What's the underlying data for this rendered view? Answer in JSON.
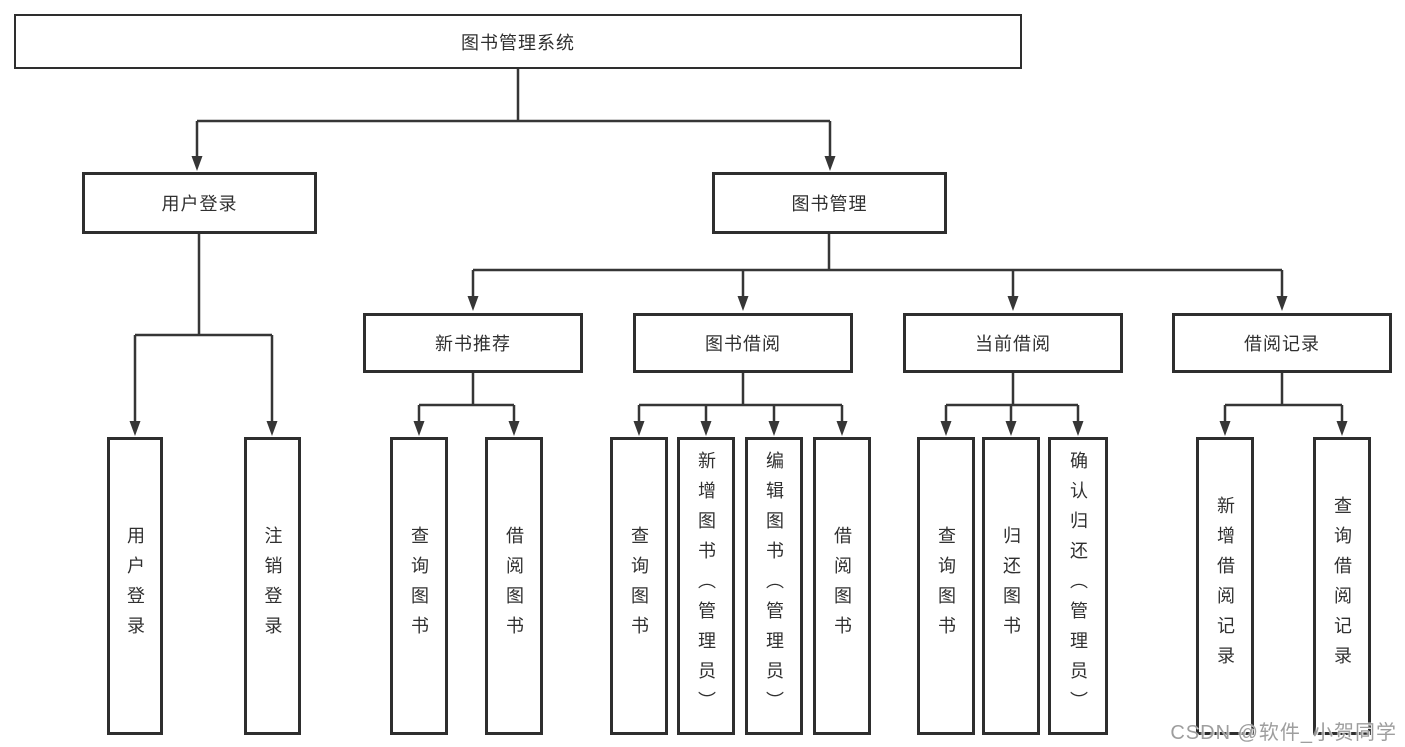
{
  "tree": {
    "root": "图书管理系统",
    "branches": [
      {
        "label": "用户登录",
        "children": [
          "用户登录",
          "注销登录"
        ]
      },
      {
        "label": "图书管理",
        "children": [
          {
            "label": "新书推荐",
            "children": [
              "查询图书",
              "借阅图书"
            ]
          },
          {
            "label": "图书借阅",
            "children": [
              "查询图书",
              "新增图书（管理员）",
              "编辑图书（管理员）",
              "借阅图书"
            ]
          },
          {
            "label": "当前借阅",
            "children": [
              "查询图书",
              "归还图书",
              "确认归还（管理员）"
            ]
          },
          {
            "label": "借阅记录",
            "children": [
              "新增借阅记录",
              "查询借阅记录"
            ]
          }
        ]
      }
    ]
  },
  "colors": {
    "box_border": "#2e2e2e",
    "connector_line": "#363636",
    "text": "#303030",
    "watermark": "#9e9e9e",
    "background": "#ffffff"
  },
  "watermark": {
    "text": "CSDN @软件_小贺同学"
  }
}
